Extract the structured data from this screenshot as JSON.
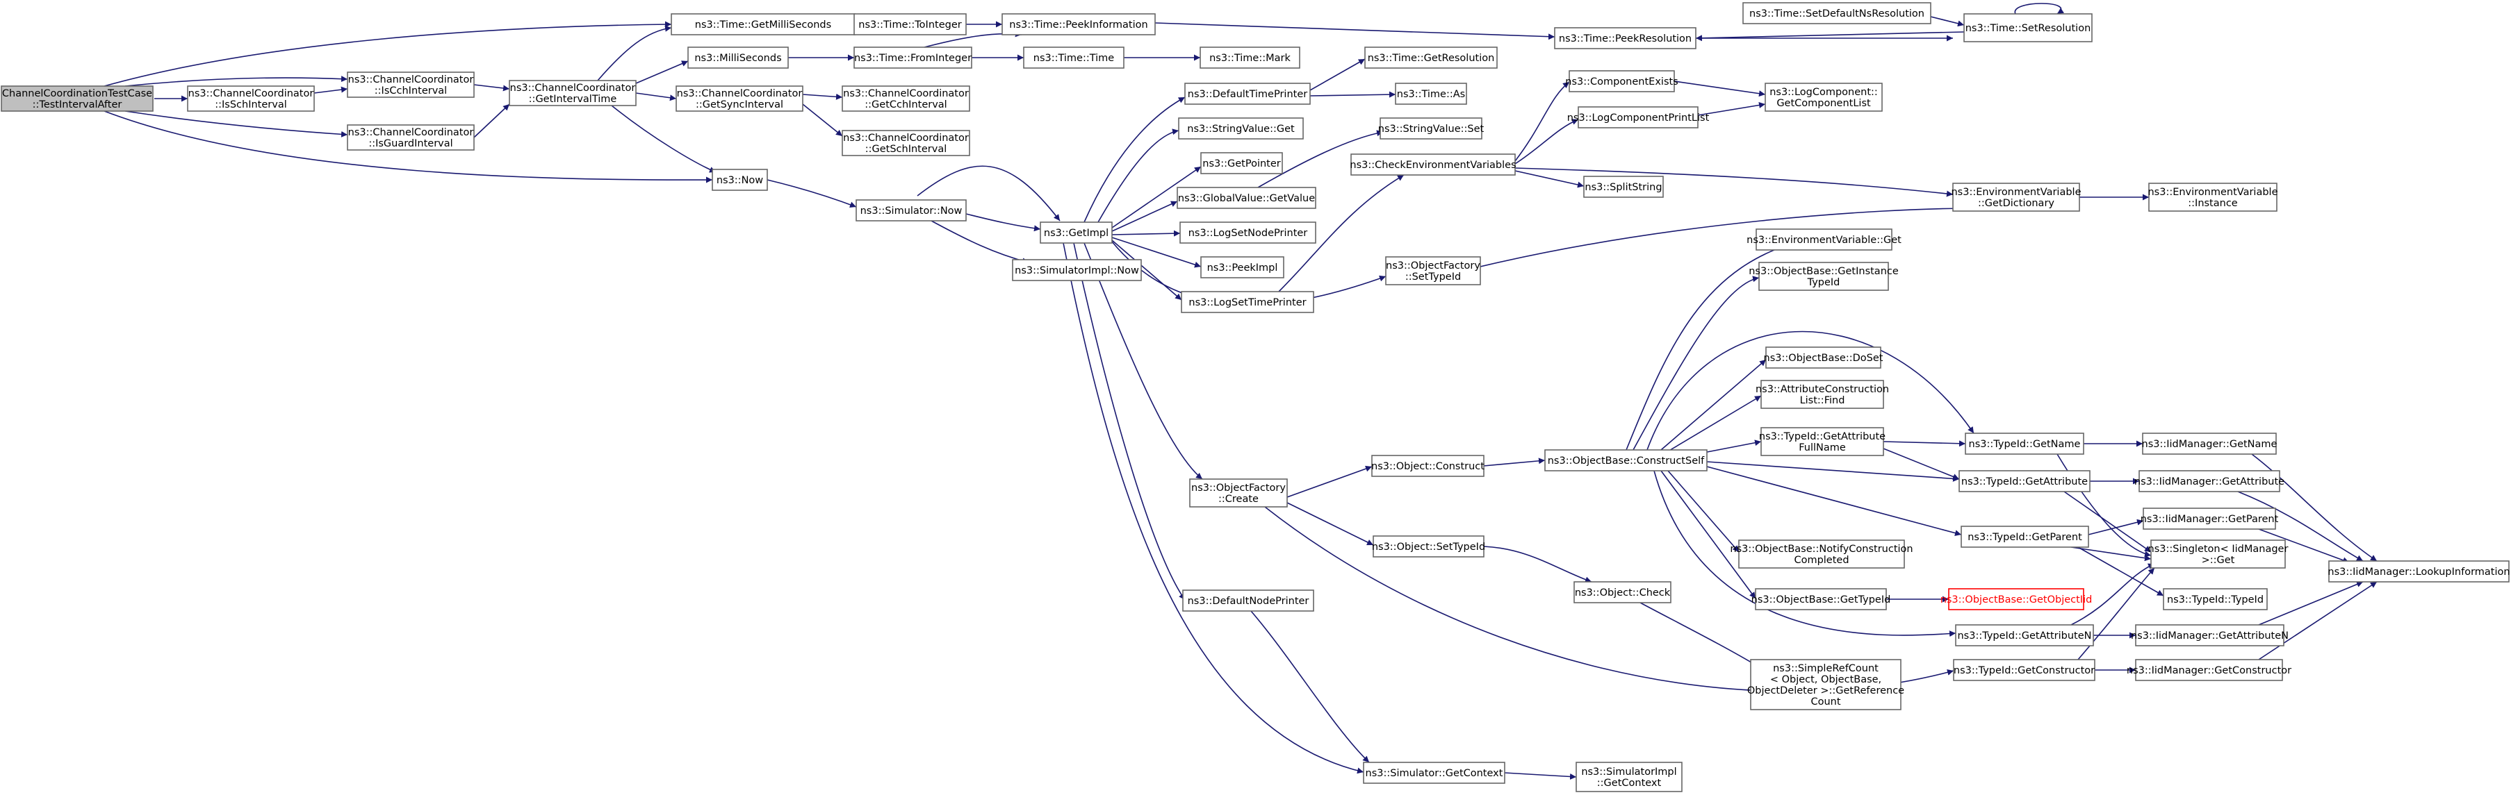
{
  "graph": {
    "title": "",
    "nodes": [
      {
        "id": "root",
        "lines": [
          "ChannelCoordinationTestCase",
          "::TestIntervalAfter"
        ],
        "kind": "root"
      },
      {
        "id": "getms",
        "lines": [
          "ns3::Time::GetMilliSeconds"
        ]
      },
      {
        "id": "toint",
        "lines": [
          "ns3::Time::ToInteger"
        ]
      },
      {
        "id": "peekinfo",
        "lines": [
          "ns3::Time::PeekInformation"
        ]
      },
      {
        "id": "peekres",
        "lines": [
          "ns3::Time::PeekResolution"
        ]
      },
      {
        "id": "setdefres",
        "lines": [
          "ns3::Time::SetDefaultNsResolution"
        ]
      },
      {
        "id": "setres",
        "lines": [
          "ns3::Time::SetResolution"
        ]
      },
      {
        "id": "issch",
        "lines": [
          "ns3::ChannelCoordinator",
          "::IsSchInterval"
        ]
      },
      {
        "id": "iscch",
        "lines": [
          "ns3::ChannelCoordinator",
          "::IsCchInterval"
        ]
      },
      {
        "id": "isguard",
        "lines": [
          "ns3::ChannelCoordinator",
          "::IsGuardInterval"
        ]
      },
      {
        "id": "getinterval",
        "lines": [
          "ns3::ChannelCoordinator",
          "::GetIntervalTime"
        ]
      },
      {
        "id": "millis",
        "lines": [
          "ns3::MilliSeconds"
        ]
      },
      {
        "id": "fromint",
        "lines": [
          "ns3::Time::FromInteger"
        ]
      },
      {
        "id": "timetime",
        "lines": [
          "ns3::Time::Time"
        ]
      },
      {
        "id": "timemark",
        "lines": [
          "ns3::Time::Mark"
        ]
      },
      {
        "id": "getsync",
        "lines": [
          "ns3::ChannelCoordinator",
          "::GetSyncInterval"
        ]
      },
      {
        "id": "getcch",
        "lines": [
          "ns3::ChannelCoordinator",
          "::GetCchInterval"
        ]
      },
      {
        "id": "getsch",
        "lines": [
          "ns3::ChannelCoordinator",
          "::GetSchInterval"
        ]
      },
      {
        "id": "now",
        "lines": [
          "ns3::Now"
        ]
      },
      {
        "id": "simnow",
        "lines": [
          "ns3::Simulator::Now"
        ]
      },
      {
        "id": "simimplnow",
        "lines": [
          "ns3::SimulatorImpl::Now"
        ]
      },
      {
        "id": "getimpl",
        "lines": [
          "ns3::GetImpl"
        ]
      },
      {
        "id": "deftimeprinter",
        "lines": [
          "ns3::DefaultTimePrinter"
        ]
      },
      {
        "id": "getresolution",
        "lines": [
          "ns3::Time::GetResolution"
        ]
      },
      {
        "id": "timeas",
        "lines": [
          "ns3::Time::As"
        ]
      },
      {
        "id": "strvalget",
        "lines": [
          "ns3::StringValue::Get"
        ]
      },
      {
        "id": "getpointer",
        "lines": [
          "ns3::GetPointer"
        ]
      },
      {
        "id": "globalvalget",
        "lines": [
          "ns3::GlobalValue::GetValue"
        ]
      },
      {
        "id": "strvalset",
        "lines": [
          "ns3::StringValue::Set"
        ]
      },
      {
        "id": "logsetnode",
        "lines": [
          "ns3::LogSetNodePrinter"
        ]
      },
      {
        "id": "peekimpl",
        "lines": [
          "ns3::PeekImpl"
        ]
      },
      {
        "id": "logsettime",
        "lines": [
          "ns3::LogSetTimePrinter"
        ]
      },
      {
        "id": "checkenv",
        "lines": [
          "ns3::CheckEnvironmentVariables"
        ]
      },
      {
        "id": "compexists",
        "lines": [
          "ns3::ComponentExists"
        ]
      },
      {
        "id": "logcompprint",
        "lines": [
          "ns3::LogComponentPrintList"
        ]
      },
      {
        "id": "logcompget",
        "lines": [
          "ns3::LogComponent::",
          "GetComponentList"
        ]
      },
      {
        "id": "splitstring",
        "lines": [
          "ns3::SplitString"
        ]
      },
      {
        "id": "envgetdict",
        "lines": [
          "ns3::EnvironmentVariable",
          "::GetDictionary"
        ]
      },
      {
        "id": "envinstance",
        "lines": [
          "ns3::EnvironmentVariable",
          "::Instance"
        ]
      },
      {
        "id": "objfactsettype",
        "lines": [
          "ns3::ObjectFactory",
          "::SetTypeId"
        ]
      },
      {
        "id": "envget",
        "lines": [
          "ns3::EnvironmentVariable::Get"
        ]
      },
      {
        "id": "objbasegetinst",
        "lines": [
          "ns3::ObjectBase::GetInstance",
          "TypeId"
        ]
      },
      {
        "id": "objbasedoset",
        "lines": [
          "ns3::ObjectBase::DoSet"
        ]
      },
      {
        "id": "attrconstr",
        "lines": [
          "ns3::AttributeConstruction",
          "List::Find"
        ]
      },
      {
        "id": "typeidgetattrfull",
        "lines": [
          "ns3::TypeId::GetAttribute",
          "FullName"
        ]
      },
      {
        "id": "typeidgetname",
        "lines": [
          "ns3::TypeId::GetName"
        ]
      },
      {
        "id": "iidgetname",
        "lines": [
          "ns3::IidManager::GetName"
        ]
      },
      {
        "id": "typeidgetattr",
        "lines": [
          "ns3::TypeId::GetAttribute"
        ]
      },
      {
        "id": "iidgetattr",
        "lines": [
          "ns3::IidManager::GetAttribute"
        ]
      },
      {
        "id": "objfactcreate",
        "lines": [
          "ns3::ObjectFactory",
          "::Create"
        ]
      },
      {
        "id": "objconstruct",
        "lines": [
          "ns3::Object::Construct"
        ]
      },
      {
        "id": "objbaseconstruct",
        "lines": [
          "ns3::ObjectBase::ConstructSelf"
        ]
      },
      {
        "id": "typeidgetparent",
        "lines": [
          "ns3::TypeId::GetParent"
        ]
      },
      {
        "id": "iidgetparent",
        "lines": [
          "ns3::IidManager::GetParent"
        ]
      },
      {
        "id": "singleton",
        "lines": [
          "ns3::Singleton< IidManager",
          " >::Get"
        ]
      },
      {
        "id": "iidlookup",
        "lines": [
          "ns3::IidManager::LookupInformation"
        ]
      },
      {
        "id": "objsettype",
        "lines": [
          "ns3::Object::SetTypeId"
        ]
      },
      {
        "id": "objbasenotify",
        "lines": [
          "ns3::ObjectBase::NotifyConstruction",
          "Completed"
        ]
      },
      {
        "id": "objcheck",
        "lines": [
          "ns3::Object::Check"
        ]
      },
      {
        "id": "objbasegettype",
        "lines": [
          "ns3::ObjectBase::GetTypeId"
        ]
      },
      {
        "id": "objbasegetobjid",
        "lines": [
          "ns3::ObjectBase::GetObjectIid"
        ],
        "kind": "red"
      },
      {
        "id": "typeidtypeid",
        "lines": [
          "ns3::TypeId::TypeId"
        ]
      },
      {
        "id": "defnodeprinter",
        "lines": [
          "ns3::DefaultNodePrinter"
        ]
      },
      {
        "id": "typeidgetattrn",
        "lines": [
          "ns3::TypeId::GetAttributeN"
        ]
      },
      {
        "id": "iidgetattrn",
        "lines": [
          "ns3::IidManager::GetAttributeN"
        ]
      },
      {
        "id": "simplerefcount",
        "lines": [
          "ns3::SimpleRefCount",
          "< Object, ObjectBase,",
          "ObjectDeleter >::GetReference",
          "Count"
        ]
      },
      {
        "id": "typeidgetconstr",
        "lines": [
          "ns3::TypeId::GetConstructor"
        ]
      },
      {
        "id": "iidgetconstr",
        "lines": [
          "ns3::IidManager::GetConstructor"
        ]
      },
      {
        "id": "simgetcontext",
        "lines": [
          "ns3::Simulator::GetContext"
        ]
      },
      {
        "id": "simimplgetcontext",
        "lines": [
          "ns3::SimulatorImpl",
          "::GetContext"
        ]
      }
    ]
  }
}
